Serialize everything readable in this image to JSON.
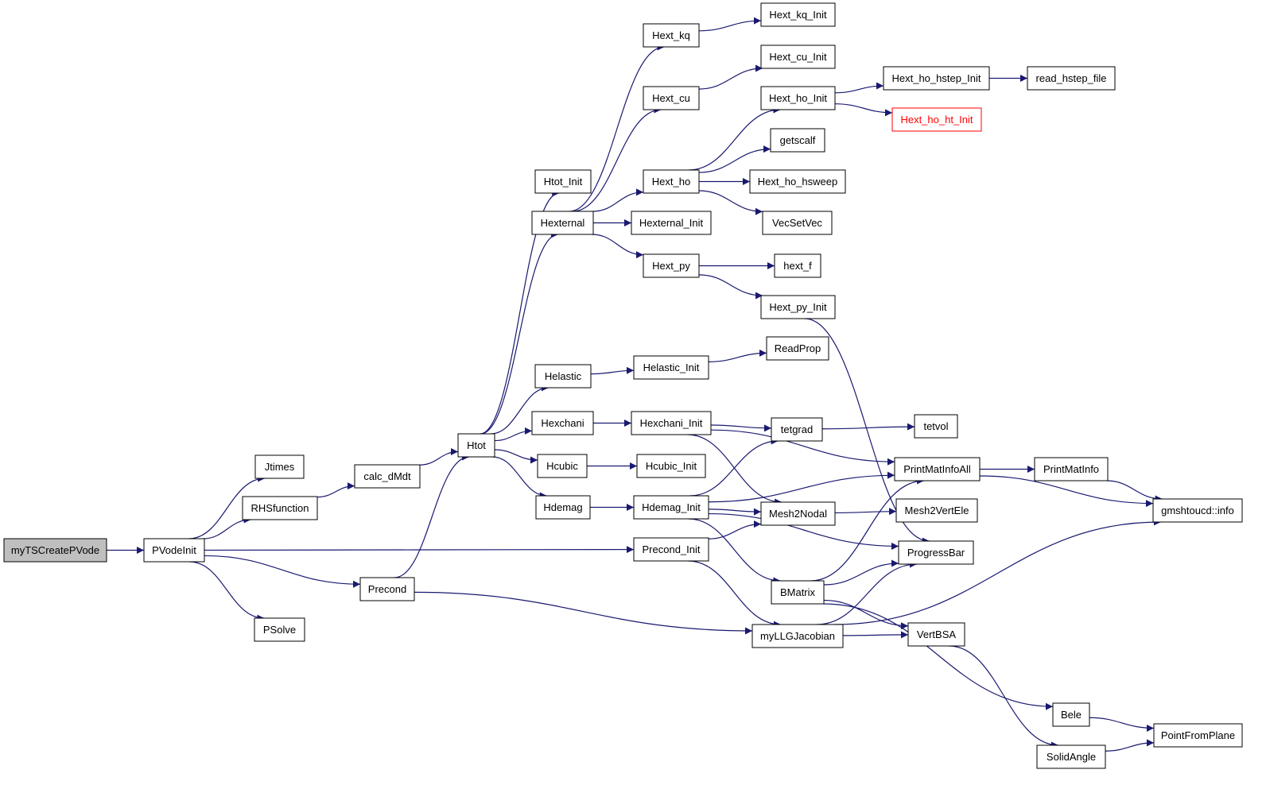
{
  "graph": {
    "colors": {
      "edge": "#191970",
      "root_fill": "#bfbfbf",
      "truncated_border": "#ff0000"
    },
    "nodes": [
      {
        "id": "myTSCreatePVode",
        "label": "myTSCreatePVode"
      },
      {
        "id": "PVodeInit",
        "label": "PVodeInit"
      },
      {
        "id": "Jtimes",
        "label": "Jtimes"
      },
      {
        "id": "RHSfunction",
        "label": "RHSfunction"
      },
      {
        "id": "calc_dMdt",
        "label": "calc_dMdt"
      },
      {
        "id": "Htot",
        "label": "Htot"
      },
      {
        "id": "Precond",
        "label": "Precond"
      },
      {
        "id": "PSolve",
        "label": "PSolve"
      },
      {
        "id": "Htot_Init",
        "label": "Htot_Init"
      },
      {
        "id": "Hexternal",
        "label": "Hexternal"
      },
      {
        "id": "Helastic",
        "label": "Helastic"
      },
      {
        "id": "Hexchani",
        "label": "Hexchani"
      },
      {
        "id": "Hcubic",
        "label": "Hcubic"
      },
      {
        "id": "Hdemag",
        "label": "Hdemag"
      },
      {
        "id": "Hext_kq",
        "label": "Hext_kq"
      },
      {
        "id": "Hext_cu",
        "label": "Hext_cu"
      },
      {
        "id": "Hext_ho",
        "label": "Hext_ho"
      },
      {
        "id": "Hexternal_Init",
        "label": "Hexternal_Init"
      },
      {
        "id": "Hext_py",
        "label": "Hext_py"
      },
      {
        "id": "Helastic_Init",
        "label": "Helastic_Init"
      },
      {
        "id": "Hexchani_Init",
        "label": "Hexchani_Init"
      },
      {
        "id": "Hcubic_Init",
        "label": "Hcubic_Init"
      },
      {
        "id": "Hdemag_Init",
        "label": "Hdemag_Init"
      },
      {
        "id": "Precond_Init",
        "label": "Precond_Init"
      },
      {
        "id": "Hext_kq_Init",
        "label": "Hext_kq_Init"
      },
      {
        "id": "Hext_cu_Init",
        "label": "Hext_cu_Init"
      },
      {
        "id": "Hext_ho_Init",
        "label": "Hext_ho_Init"
      },
      {
        "id": "getscalf",
        "label": "getscalf"
      },
      {
        "id": "Hext_ho_hsweep",
        "label": "Hext_ho_hsweep"
      },
      {
        "id": "VecSetVec",
        "label": "VecSetVec"
      },
      {
        "id": "hext_f",
        "label": "hext_f"
      },
      {
        "id": "Hext_py_Init",
        "label": "Hext_py_Init"
      },
      {
        "id": "ReadProp",
        "label": "ReadProp"
      },
      {
        "id": "tetgrad",
        "label": "tetgrad"
      },
      {
        "id": "Mesh2Nodal",
        "label": "Mesh2Nodal"
      },
      {
        "id": "BMatrix",
        "label": "BMatrix"
      },
      {
        "id": "myLLGJacobian",
        "label": "myLLGJacobian"
      },
      {
        "id": "Hext_ho_hstep_Init",
        "label": "Hext_ho_hstep_Init"
      },
      {
        "id": "Hext_ho_ht_Init",
        "label": "Hext_ho_ht_Init",
        "truncated": true
      },
      {
        "id": "tetvol",
        "label": "tetvol"
      },
      {
        "id": "PrintMatInfoAll",
        "label": "PrintMatInfoAll"
      },
      {
        "id": "Mesh2VertEle",
        "label": "Mesh2VertEle"
      },
      {
        "id": "ProgressBar",
        "label": "ProgressBar"
      },
      {
        "id": "VertBSA",
        "label": "VertBSA"
      },
      {
        "id": "read_hstep_file",
        "label": "read_hstep_file"
      },
      {
        "id": "PrintMatInfo",
        "label": "PrintMatInfo"
      },
      {
        "id": "Bele",
        "label": "Bele"
      },
      {
        "id": "SolidAngle",
        "label": "SolidAngle"
      },
      {
        "id": "gmshtoucd_info",
        "label": "gmshtoucd::info"
      },
      {
        "id": "PointFromPlane",
        "label": "PointFromPlane"
      }
    ],
    "edges": [
      [
        "myTSCreatePVode",
        "PVodeInit"
      ],
      [
        "PVodeInit",
        "Jtimes"
      ],
      [
        "PVodeInit",
        "RHSfunction"
      ],
      [
        "PVodeInit",
        "Precond_Init"
      ],
      [
        "PVodeInit",
        "Precond"
      ],
      [
        "PVodeInit",
        "PSolve"
      ],
      [
        "RHSfunction",
        "calc_dMdt"
      ],
      [
        "calc_dMdt",
        "Htot"
      ],
      [
        "Precond",
        "Htot"
      ],
      [
        "Precond",
        "myLLGJacobian"
      ],
      [
        "Htot",
        "Htot_Init"
      ],
      [
        "Htot",
        "Hexternal"
      ],
      [
        "Htot",
        "Helastic"
      ],
      [
        "Htot",
        "Hexchani"
      ],
      [
        "Htot",
        "Hcubic"
      ],
      [
        "Htot",
        "Hdemag"
      ],
      [
        "Hexternal",
        "Hext_kq"
      ],
      [
        "Hexternal",
        "Hext_cu"
      ],
      [
        "Hexternal",
        "Hext_ho"
      ],
      [
        "Hexternal",
        "Hexternal_Init"
      ],
      [
        "Hexternal",
        "Hext_py"
      ],
      [
        "Hext_kq",
        "Hext_kq_Init"
      ],
      [
        "Hext_cu",
        "Hext_cu_Init"
      ],
      [
        "Hext_ho",
        "Hext_ho_Init"
      ],
      [
        "Hext_ho",
        "getscalf"
      ],
      [
        "Hext_ho",
        "Hext_ho_hsweep"
      ],
      [
        "Hext_ho",
        "VecSetVec"
      ],
      [
        "Hext_ho_Init",
        "Hext_ho_hstep_Init"
      ],
      [
        "Hext_ho_Init",
        "Hext_ho_ht_Init"
      ],
      [
        "Hext_ho_hstep_Init",
        "read_hstep_file"
      ],
      [
        "Hext_py",
        "hext_f"
      ],
      [
        "Hext_py",
        "Hext_py_Init"
      ],
      [
        "Hext_py_Init",
        "ProgressBar"
      ],
      [
        "Helastic",
        "Helastic_Init"
      ],
      [
        "Helastic_Init",
        "ReadProp"
      ],
      [
        "Hexchani",
        "Hexchani_Init"
      ],
      [
        "Hexchani_Init",
        "tetgrad"
      ],
      [
        "Hexchani_Init",
        "Mesh2Nodal"
      ],
      [
        "Hexchani_Init",
        "PrintMatInfoAll"
      ],
      [
        "Hcubic",
        "Hcubic_Init"
      ],
      [
        "Hdemag",
        "Hdemag_Init"
      ],
      [
        "Hdemag_Init",
        "tetgrad"
      ],
      [
        "Hdemag_Init",
        "PrintMatInfoAll"
      ],
      [
        "Hdemag_Init",
        "Mesh2Nodal"
      ],
      [
        "Hdemag_Init",
        "ProgressBar"
      ],
      [
        "Hdemag_Init",
        "BMatrix"
      ],
      [
        "Precond_Init",
        "Mesh2Nodal"
      ],
      [
        "Precond_Init",
        "myLLGJacobian"
      ],
      [
        "tetgrad",
        "tetvol"
      ],
      [
        "PrintMatInfoAll",
        "PrintMatInfo"
      ],
      [
        "PrintMatInfoAll",
        "gmshtoucd_info"
      ],
      [
        "PrintMatInfo",
        "gmshtoucd_info"
      ],
      [
        "Mesh2Nodal",
        "Mesh2VertEle"
      ],
      [
        "BMatrix",
        "PrintMatInfoAll"
      ],
      [
        "BMatrix",
        "ProgressBar"
      ],
      [
        "BMatrix",
        "VertBSA"
      ],
      [
        "BMatrix",
        "Bele"
      ],
      [
        "myLLGJacobian",
        "ProgressBar"
      ],
      [
        "myLLGJacobian",
        "VertBSA"
      ],
      [
        "myLLGJacobian",
        "gmshtoucd_info"
      ],
      [
        "VertBSA",
        "SolidAngle"
      ],
      [
        "Bele",
        "PointFromPlane"
      ],
      [
        "SolidAngle",
        "PointFromPlane"
      ]
    ]
  }
}
